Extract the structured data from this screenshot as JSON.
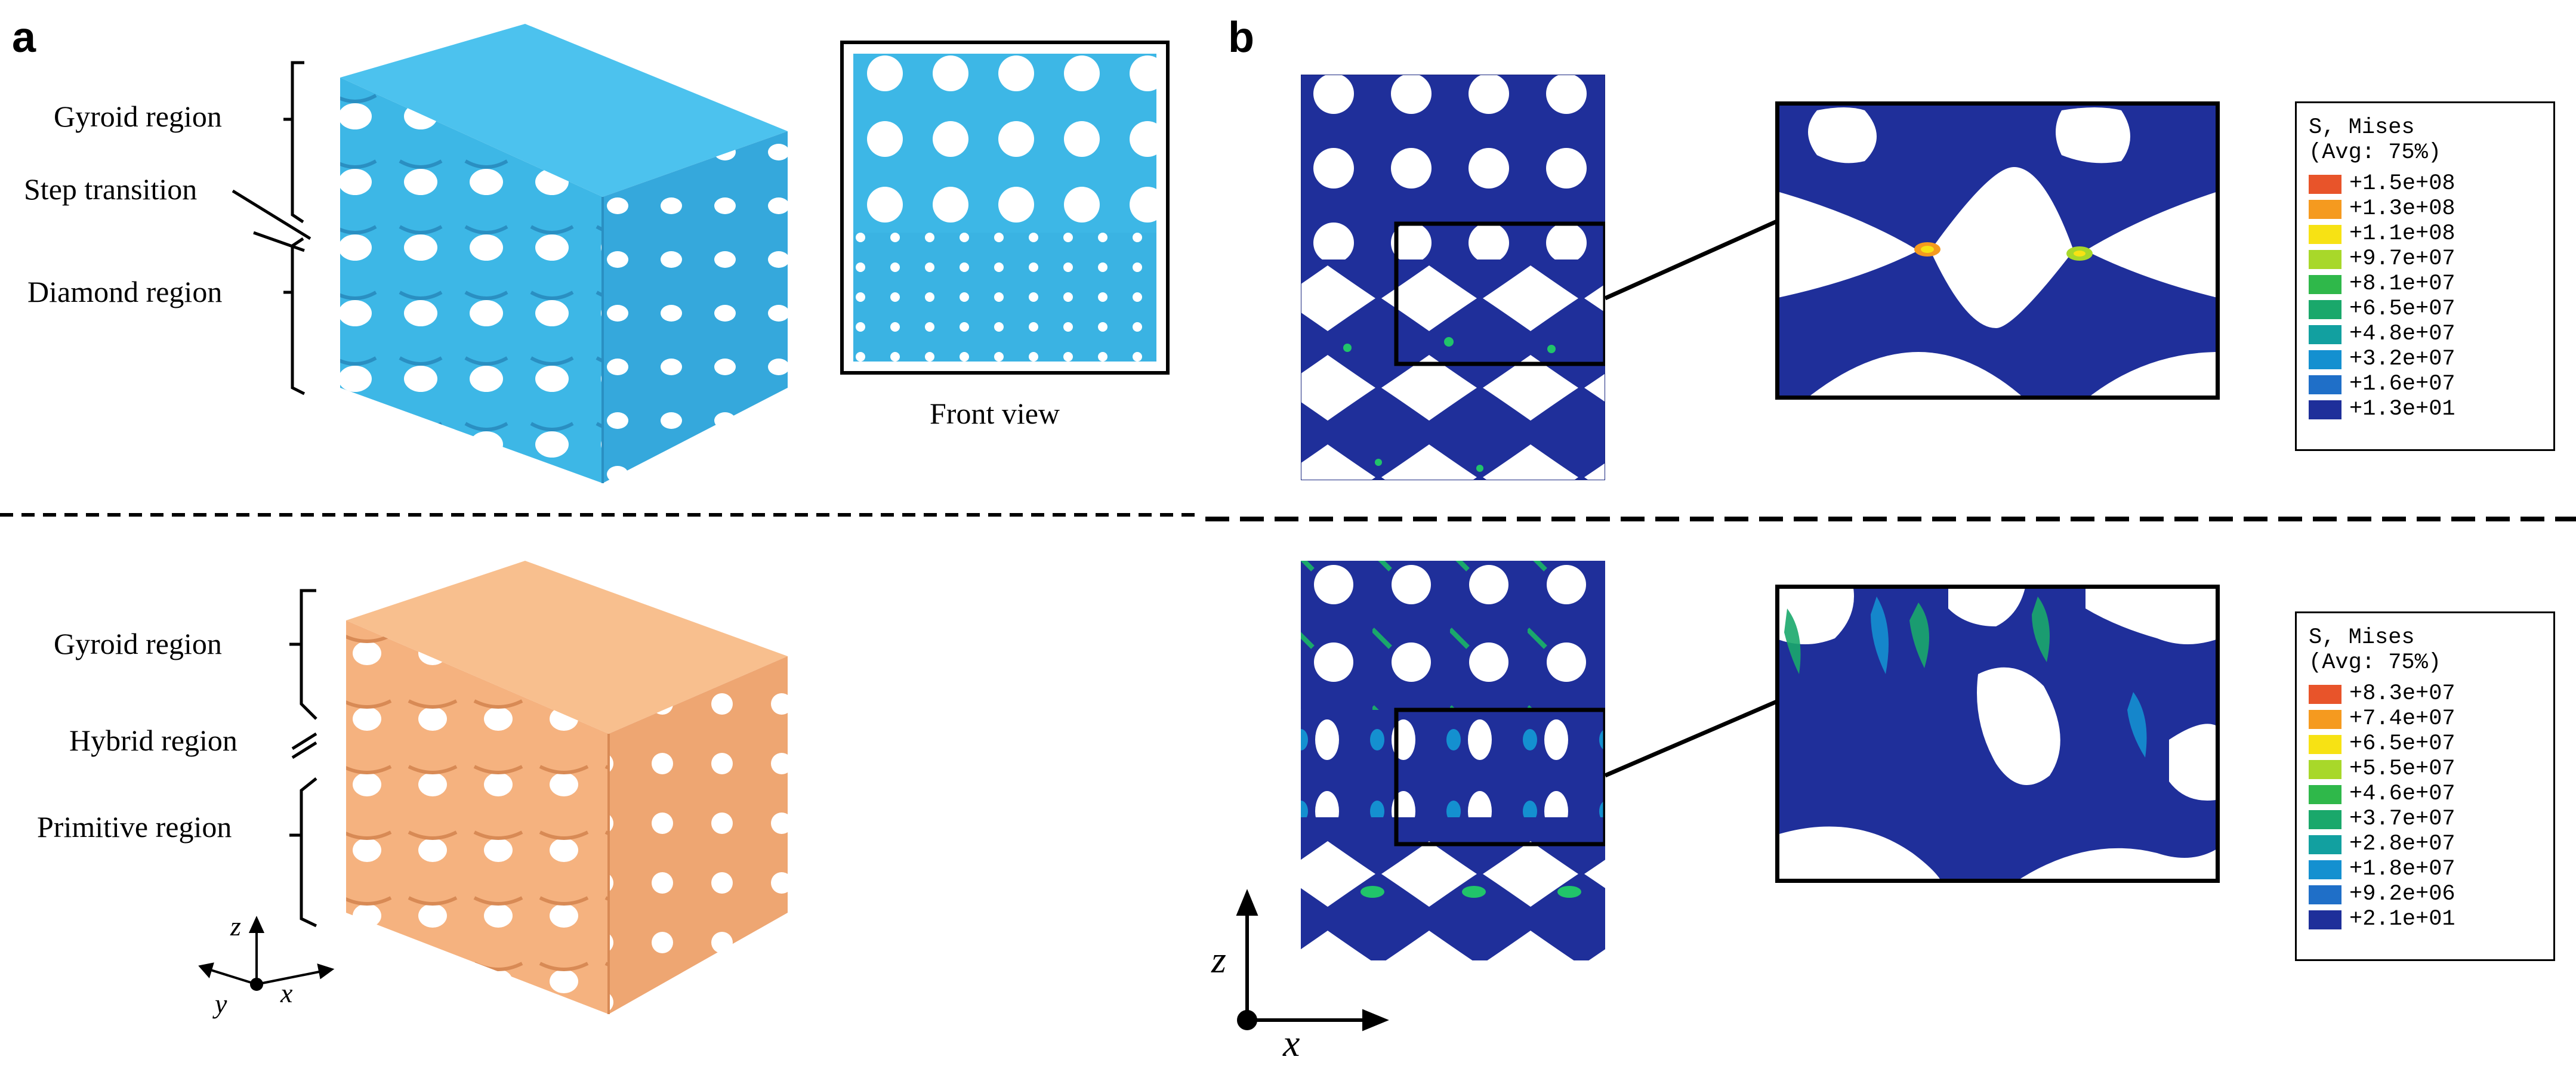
{
  "panel_a": {
    "letter": "a",
    "top": {
      "labels": [
        "Gyroid region",
        "Step transition",
        "Diamond region"
      ],
      "front_view_caption": "Front view"
    },
    "bottom": {
      "labels": [
        "Gyroid region",
        "Hybrid region",
        "Primitive region"
      ],
      "axes": {
        "z": "z",
        "y": "y",
        "x": "x"
      }
    }
  },
  "panel_b": {
    "letter": "b",
    "axes": {
      "z": "z",
      "x": "x"
    },
    "legends": [
      {
        "title_line1": "S, Mises",
        "title_line2": "(Avg: 75%)",
        "values": [
          "+1.5e+08",
          "+1.3e+08",
          "+1.1e+08",
          "+9.7e+07",
          "+8.1e+07",
          "+6.5e+07",
          "+4.8e+07",
          "+3.2e+07",
          "+1.6e+07",
          "+1.3e+01"
        ]
      },
      {
        "title_line1": "S, Mises",
        "title_line2": "(Avg: 75%)",
        "values": [
          "+8.3e+07",
          "+7.4e+07",
          "+6.5e+07",
          "+5.5e+07",
          "+4.6e+07",
          "+3.7e+07",
          "+2.8e+07",
          "+1.8e+07",
          "+9.2e+06",
          "+2.1e+01"
        ]
      }
    ],
    "legend_colors": [
      "#e8542a",
      "#f59a1f",
      "#f7e214",
      "#a8d82a",
      "#2fb84a",
      "#1aa86b",
      "#12a0a0",
      "#1490d0",
      "#1f6fc8",
      "#1e2f9a"
    ]
  },
  "colors": {
    "blue_lattice": "#3db7e6",
    "orange_lattice": "#f5b27f",
    "fem_dark_blue": "#1f2f9a"
  }
}
